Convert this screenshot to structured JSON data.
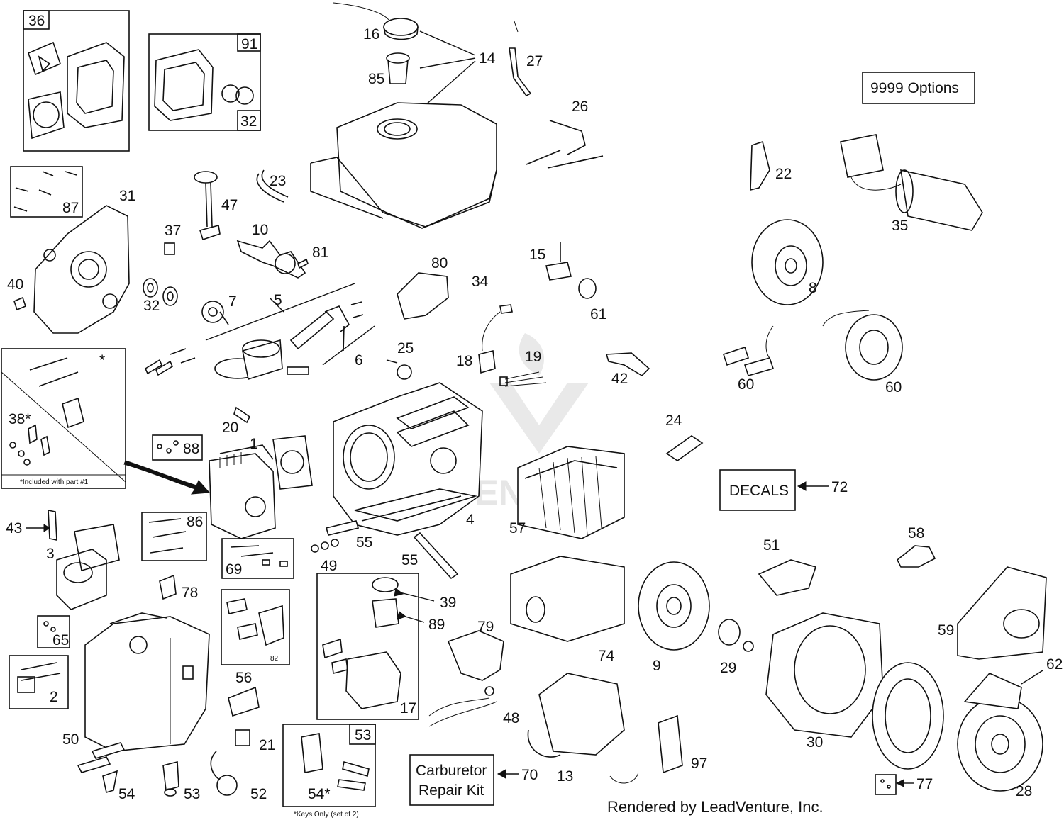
{
  "watermark": "LEADVENTURE",
  "footer": {
    "rendered_by": "Rendered by LeadVenture, Inc."
  },
  "boxes": {
    "options": "9999  Options",
    "decals": "DECALS",
    "carb_kit_line1": "Carburetor",
    "carb_kit_line2": "Repair Kit",
    "included_note": "*Included with part #1",
    "keys_note": "*Keys Only (set of 2)",
    "asterisk": "*"
  },
  "callouts": {
    "p1": "1",
    "p2": "2",
    "p3": "3",
    "p4": "4",
    "p5": "5",
    "p6": "6",
    "p7": "7",
    "p8": "8",
    "p9": "9",
    "p10": "10",
    "p13": "13",
    "p14": "14",
    "p15": "15",
    "p16": "16",
    "p17": "17",
    "p18": "18",
    "p19": "19",
    "p20": "20",
    "p21": "21",
    "p22": "22",
    "p23": "23",
    "p24": "24",
    "p25": "25",
    "p26": "26",
    "p27": "27",
    "p28": "28",
    "p29": "29",
    "p30": "30",
    "p31": "31",
    "p32a": "32",
    "p32b": "32",
    "p34": "34",
    "p35": "35",
    "p36": "36",
    "p37": "37",
    "p38": "38*",
    "p39": "39",
    "p40": "40",
    "p42": "42",
    "p43": "43",
    "p47": "47",
    "p48": "48",
    "p49": "49",
    "p50": "50",
    "p51": "51",
    "p52": "52",
    "p53a": "53",
    "p53b": "53",
    "p54a": "54",
    "p54b": "54*",
    "p55a": "55",
    "p55b": "55",
    "p56": "56",
    "p57": "57",
    "p58": "58",
    "p59": "59",
    "p60a": "60",
    "p60b": "60",
    "p61": "61",
    "p62": "62",
    "p65": "65",
    "p69": "69",
    "p70": "70",
    "p72": "72",
    "p74": "74",
    "p77": "77",
    "p78": "78",
    "p79": "79",
    "p80": "80",
    "p81": "81",
    "p82": "82",
    "p85": "85",
    "p86": "86",
    "p87": "87",
    "p88": "88",
    "p89": "89",
    "p91": "91",
    "p97": "97"
  }
}
